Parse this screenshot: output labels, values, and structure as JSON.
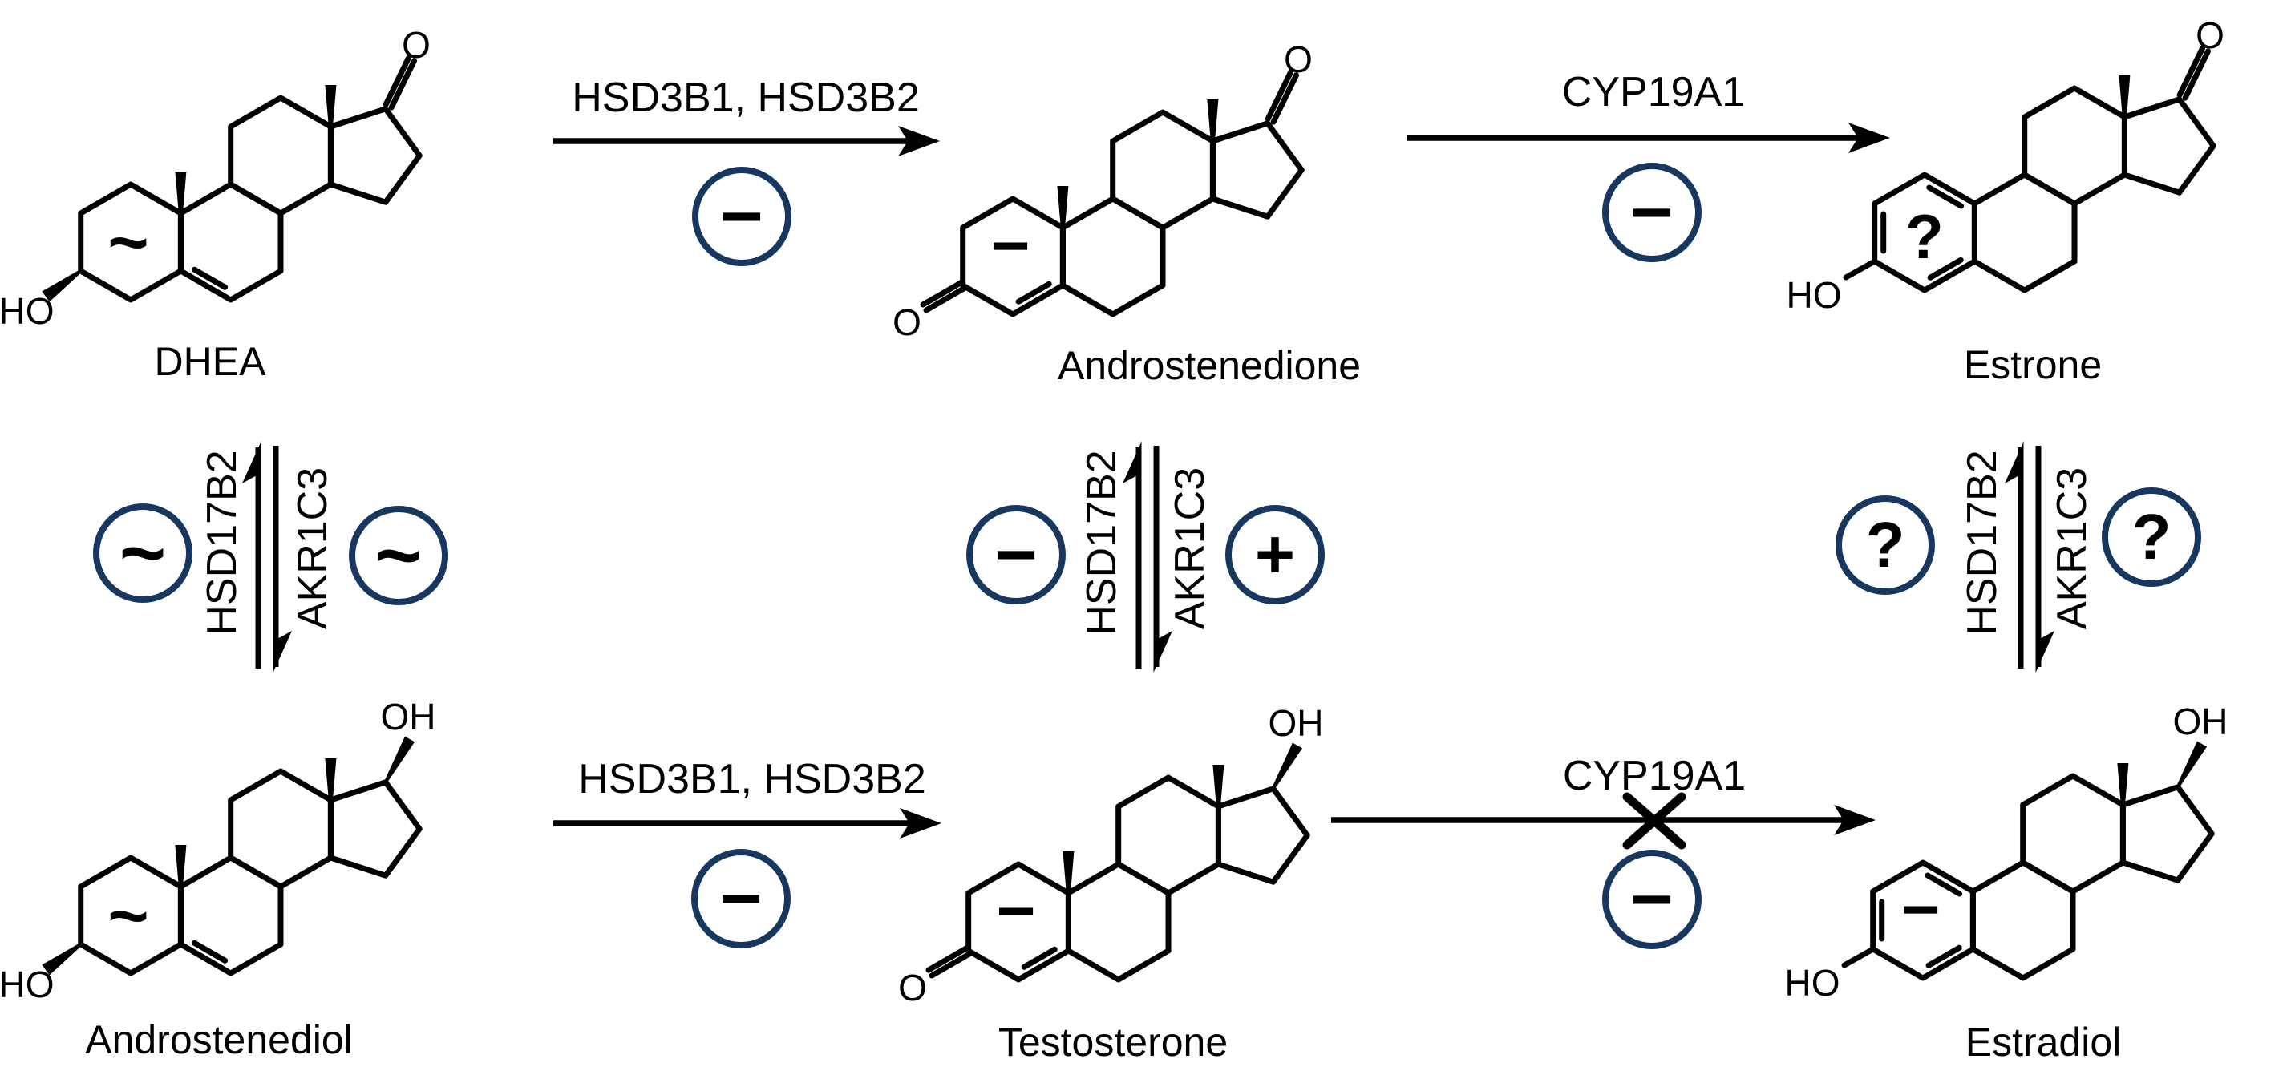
{
  "palette": {
    "accent": "#17375e",
    "ink": "#000000"
  },
  "molecules": [
    {
      "id": "dhea",
      "name": "DHEA",
      "ring_symbol": "~",
      "c3": "hydroxyl-wedge",
      "c3_label": "HO",
      "c17": "ketone",
      "c17_label": "O",
      "double_bond": "delta5",
      "c10_methyl": true
    },
    {
      "id": "androstenedione",
      "name": "Androstenedione",
      "ring_symbol": "−",
      "c3": "ketone",
      "c3_label": "O",
      "c17": "ketone",
      "c17_label": "O",
      "double_bond": "delta4",
      "c10_methyl": true
    },
    {
      "id": "estrone",
      "name": "Estrone",
      "ring_symbol": "?",
      "c3": "phenol",
      "c3_label": "HO",
      "c17": "ketone",
      "c17_label": "O",
      "double_bond": "aromatic",
      "c10_methyl": false
    },
    {
      "id": "androstenediol",
      "name": "Androstenediol",
      "ring_symbol": "~",
      "c3": "hydroxyl-wedge",
      "c3_label": "HO",
      "c17": "hydroxyl",
      "c17_label": "OH",
      "double_bond": "delta5",
      "c10_methyl": true
    },
    {
      "id": "testosterone",
      "name": "Testosterone",
      "ring_symbol": "−",
      "c3": "ketone",
      "c3_label": "O",
      "c17": "hydroxyl",
      "c17_label": "OH",
      "double_bond": "delta4",
      "c10_methyl": true
    },
    {
      "id": "estradiol",
      "name": "Estradiol",
      "ring_symbol": "−",
      "c3": "phenol",
      "c3_label": "HO",
      "c17": "hydroxyl",
      "c17_label": "OH",
      "double_bond": "aromatic",
      "c10_methyl": false
    }
  ],
  "reactions": {
    "horizontal": [
      {
        "id": "dhea-to-androstenedione",
        "enzymes": "HSD3B1, HSD3B2",
        "effect": "−",
        "blocked": false
      },
      {
        "id": "androstenedione-to-estrone",
        "enzymes": "CYP19A1",
        "effect": "−",
        "blocked": false
      },
      {
        "id": "androstenediol-to-testosterone",
        "enzymes": "HSD3B1, HSD3B2",
        "effect": "−",
        "blocked": false
      },
      {
        "id": "testosterone-to-estradiol",
        "enzymes": "CYP19A1",
        "effect": "−",
        "blocked": true
      }
    ],
    "vertical": [
      {
        "id": "dhea-androstenediol",
        "up_enzyme": "HSD17B2",
        "down_enzyme": "AKR1C3",
        "up_effect": "~",
        "down_effect": "~"
      },
      {
        "id": "androstenedione-testosterone",
        "up_enzyme": "HSD17B2",
        "down_enzyme": "AKR1C3",
        "up_effect": "−",
        "down_effect": "+"
      },
      {
        "id": "estrone-estradiol",
        "up_enzyme": "HSD17B2",
        "down_enzyme": "AKR1C3",
        "up_effect": "?",
        "down_effect": "?"
      }
    ]
  }
}
